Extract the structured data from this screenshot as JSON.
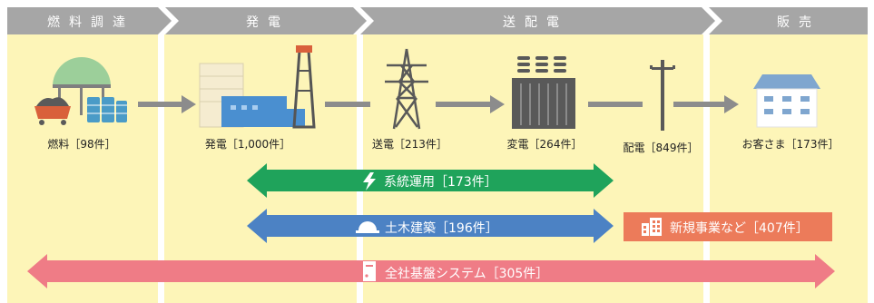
{
  "stages": [
    {
      "label": "燃料調達"
    },
    {
      "label": "発電"
    },
    {
      "label": "送配電"
    },
    {
      "label": "販売"
    }
  ],
  "nodes": [
    {
      "label": "燃料［98件］",
      "icon": "fuel-tank-coal-icon"
    },
    {
      "label": "発電［1,000件］",
      "icon": "power-plant-icon"
    },
    {
      "label": "送電［213件］",
      "icon": "transmission-tower-icon"
    },
    {
      "label": "変電［264件］",
      "icon": "substation-icon"
    },
    {
      "label": "配電［849件］",
      "icon": "utility-pole-icon"
    },
    {
      "label": "お客さま［173件］",
      "icon": "house-icon"
    }
  ],
  "bars": [
    {
      "label": "系統運用［173件］",
      "color": "#1fa35b",
      "icon": "lightning-icon"
    },
    {
      "label": "土木建築［196件］",
      "color": "#4c82c4",
      "icon": "helmet-icon"
    },
    {
      "label": "新規事業など［407件］",
      "color": "#ec7b5a",
      "icon": "building-icon"
    },
    {
      "label": "全社基盤システム［305件］",
      "color": "#ef7c86",
      "icon": "server-icon"
    }
  ],
  "colors": {
    "band": "#fdf5b8",
    "chevron": "#a6a6a6",
    "flow_arrow": "#8c8c8c",
    "icon_gray": "#8c8c8c"
  }
}
